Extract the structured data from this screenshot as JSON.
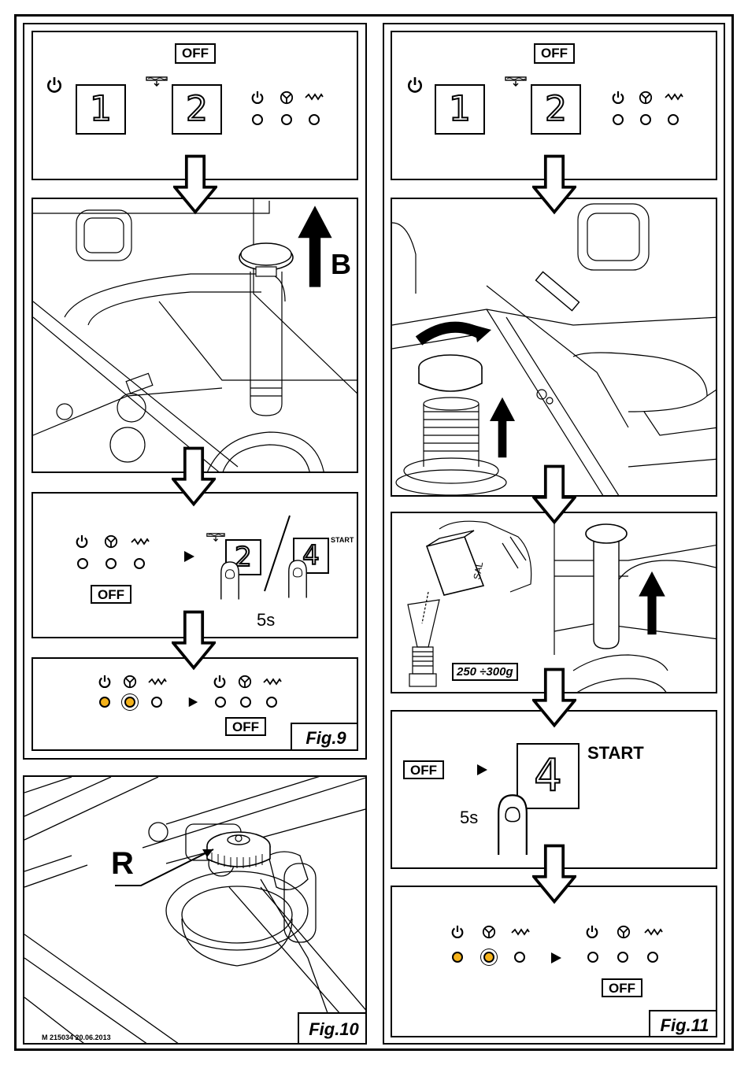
{
  "fig9": {
    "label": "Fig.9",
    "panel1": {
      "off": "OFF",
      "key1": "1",
      "key2": "2"
    },
    "panel2": {
      "marker": "B"
    },
    "panel3": {
      "off": "OFF",
      "key_a": "2",
      "key_b": "4",
      "start": "START",
      "time": "5s"
    },
    "panel4": {
      "off": "OFF"
    }
  },
  "fig10": {
    "label": "Fig.10",
    "marker": "R",
    "footer": "M 215034 20.06.2013"
  },
  "fig11": {
    "label": "Fig.11",
    "panel1": {
      "off": "OFF",
      "key1": "1",
      "key2": "2"
    },
    "panel3": {
      "box_text": "SAL",
      "amount": "250 ÷300g"
    },
    "panel4": {
      "off": "OFF",
      "key": "4",
      "start": "START",
      "time": "5s"
    },
    "panel5": {
      "off": "OFF"
    }
  },
  "icons": [
    "power-icon",
    "wash-icon",
    "heat-icon",
    "water-level-icon",
    "arrow-down-icon",
    "arrow-up-icon",
    "play-icon",
    "finger-icon"
  ],
  "colors": {
    "led_on": "#f4b21a",
    "line": "#000000",
    "background": "#ffffff"
  }
}
